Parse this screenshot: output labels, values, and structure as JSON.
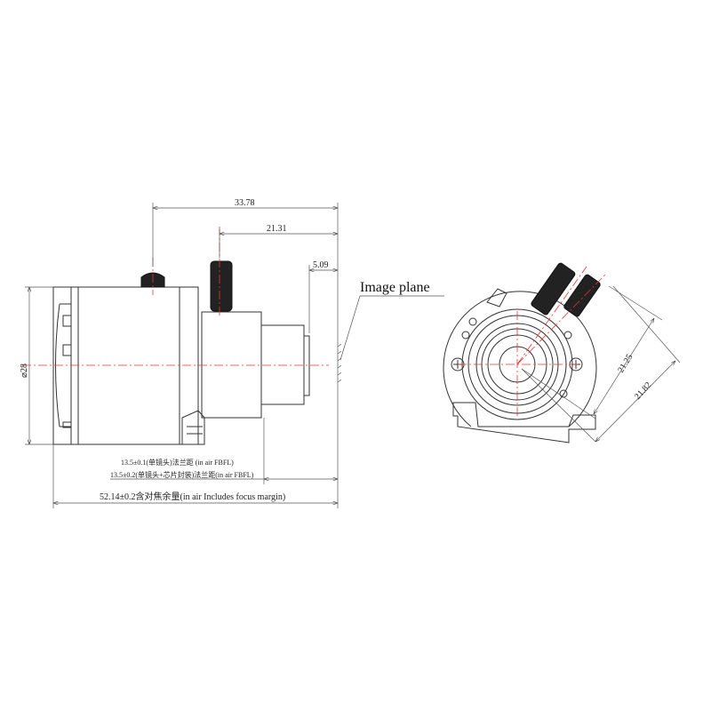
{
  "side_view": {
    "dim_total_top": "33.78",
    "dim_knob": "21.31",
    "dim_flange": "5.09",
    "dim_diameter": "⌀28",
    "image_plane_label": "Image plane",
    "fbfl_single": "13.5±0.1(单镜头)法兰距 (in air FBFL)",
    "fbfl_package": "13.5±0.2(单镜头+芯片封装)法兰距(in air FBFL)",
    "total_length": "52.14±0.2含对焦余量(in air Includes focus margin)"
  },
  "front_view": {
    "dim_inner": "21.25",
    "dim_outer": "21.82"
  },
  "colors": {
    "line": "#333333",
    "centerline": "#ee3333"
  }
}
